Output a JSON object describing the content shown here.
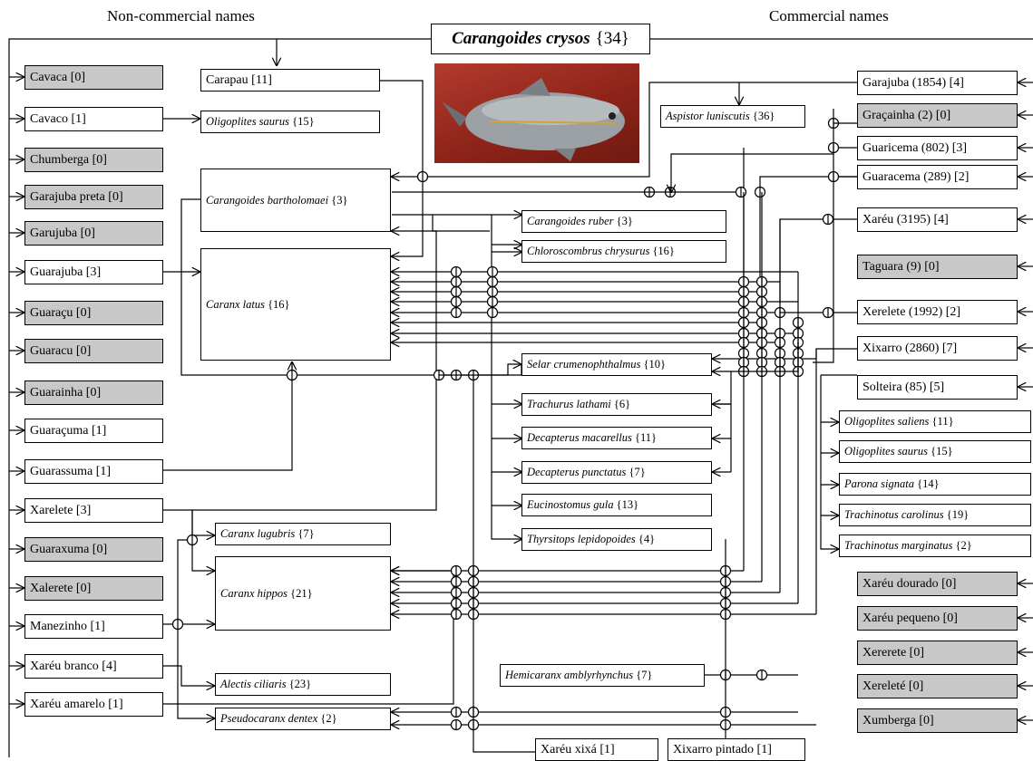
{
  "headers": {
    "left": "Non-commercial names",
    "right": "Commercial names"
  },
  "title": {
    "species": "Carangoides crysos",
    "count": "{34}"
  },
  "non_commercial": [
    {
      "id": "cavaca",
      "label": "Cavaca [0]",
      "gray": true
    },
    {
      "id": "cavaco",
      "label": "Cavaco [1]",
      "gray": false
    },
    {
      "id": "chumberga",
      "label": "Chumberga [0]",
      "gray": true
    },
    {
      "id": "garajuba-preta",
      "label": "Garajuba preta [0]",
      "gray": true
    },
    {
      "id": "garujuba",
      "label": "Garujuba [0]",
      "gray": true
    },
    {
      "id": "guarajuba",
      "label": "Guarajuba [3]",
      "gray": false
    },
    {
      "id": "guaracu-cedil",
      "label": "Guaraçu [0]",
      "gray": true
    },
    {
      "id": "guaracu",
      "label": "Guaracu [0]",
      "gray": true
    },
    {
      "id": "guarainha",
      "label": "Guarainha [0]",
      "gray": true
    },
    {
      "id": "guaracuma",
      "label": "Guaraçuma [1]",
      "gray": false
    },
    {
      "id": "guarassuma",
      "label": "Guarassuma [1]",
      "gray": false
    },
    {
      "id": "xarelete",
      "label": "Xarelete [3]",
      "gray": false
    },
    {
      "id": "guaraxuma",
      "label": "Guaraxuma [0]",
      "gray": true
    },
    {
      "id": "xalerete",
      "label": "Xalerete [0]",
      "gray": true
    },
    {
      "id": "manezinho",
      "label": "Manezinho [1]",
      "gray": false
    },
    {
      "id": "xareu-branco",
      "label": "Xaréu branco [4]",
      "gray": false
    },
    {
      "id": "xareu-amarelo",
      "label": "Xaréu amarelo [1]",
      "gray": false
    }
  ],
  "commercial": [
    {
      "id": "garajuba",
      "label": "Garajuba (1854) [4]",
      "gray": false
    },
    {
      "id": "gracainha",
      "label": "Graçainha (2) [0]",
      "gray": true
    },
    {
      "id": "guaricema",
      "label": "Guaricema (802) [3]",
      "gray": false
    },
    {
      "id": "guaracema",
      "label": "Guaracema (289) [2]",
      "gray": false
    },
    {
      "id": "xareu",
      "label": "Xaréu (3195) [4]",
      "gray": false
    },
    {
      "id": "taguara",
      "label": "Taguara (9) [0]",
      "gray": true
    },
    {
      "id": "xerelete",
      "label": "Xerelete (1992) [2]",
      "gray": false
    },
    {
      "id": "xixarro",
      "label": "Xixarro (2860) [7]",
      "gray": false
    },
    {
      "id": "solteira",
      "label": "Solteira (85) [5]",
      "gray": false
    },
    {
      "id": "xareu-dourado",
      "label": "Xaréu dourado [0]",
      "gray": true
    },
    {
      "id": "xareu-pequeno",
      "label": "Xaréu pequeno [0]",
      "gray": true
    },
    {
      "id": "xererete",
      "label": "Xererete [0]",
      "gray": true
    },
    {
      "id": "xereléte",
      "label": "Xereleté [0]",
      "gray": true
    },
    {
      "id": "xumberga",
      "label": "Xumberga [0]",
      "gray": true
    }
  ],
  "species": [
    {
      "id": "carapau",
      "name": "Carapau",
      "count": "[11]",
      "italic": false
    },
    {
      "id": "oligoplites-saurus-l",
      "name": "Oligoplites saurus",
      "count": "{15}",
      "italic": true
    },
    {
      "id": "carangoides-bartholomaei",
      "name": "Carangoides bartholomaei",
      "count": "{3}",
      "italic": true
    },
    {
      "id": "caranx-latus",
      "name": "Caranx latus",
      "count": "{16}",
      "italic": true
    },
    {
      "id": "aspistor-luniscutis",
      "name": "Aspistor luniscutis",
      "count": "{36}",
      "italic": true
    },
    {
      "id": "carangoides-ruber",
      "name": "Carangoides ruber",
      "count": "{3}",
      "italic": true
    },
    {
      "id": "chloroscombrus-chrysurus",
      "name": "Chloroscombrus chrysurus",
      "count": "{16}",
      "italic": true
    },
    {
      "id": "selar-crumenophthalmus",
      "name": "Selar crumenophthalmus",
      "count": "{10}",
      "italic": true
    },
    {
      "id": "trachurus-lathami",
      "name": "Trachurus lathami",
      "count": "{6}",
      "italic": true
    },
    {
      "id": "decapterus-macarellus",
      "name": "Decapterus macarellus",
      "count": "{11}",
      "italic": true
    },
    {
      "id": "decapterus-punctatus",
      "name": "Decapterus punctatus",
      "count": "{7}",
      "italic": true
    },
    {
      "id": "eucinostomus-gula",
      "name": "Eucinostomus gula",
      "count": "{13}",
      "italic": true
    },
    {
      "id": "thyrsitops-lepidopoides",
      "name": "Thyrsitops lepidopoides",
      "count": "{4}",
      "italic": true
    },
    {
      "id": "caranx-lugubris",
      "name": "Caranx lugubris",
      "count": "{7}",
      "italic": true
    },
    {
      "id": "caranx-hippos",
      "name": "Caranx hippos",
      "count": "{21}",
      "italic": true
    },
    {
      "id": "alectis-ciliaris",
      "name": "Alectis ciliaris",
      "count": "{23}",
      "italic": true
    },
    {
      "id": "pseudocaranx-dentex",
      "name": "Pseudocaranx dentex",
      "count": "{2}",
      "italic": true
    },
    {
      "id": "hemicaranx-amblyrhynchus",
      "name": "Hemicaranx amblyrhynchus",
      "count": "{7}",
      "italic": true
    },
    {
      "id": "oligoplites-saliens",
      "name": "Oligoplites saliens",
      "count": "{11}",
      "italic": true
    },
    {
      "id": "oligoplites-saurus-r",
      "name": "Oligoplites saurus",
      "count": "{15}",
      "italic": true
    },
    {
      "id": "parona-signata",
      "name": "Parona signata",
      "count": "{14}",
      "italic": true
    },
    {
      "id": "trachinotus-carolinus",
      "name": "Trachinotus carolinus",
      "count": "{19}",
      "italic": true
    },
    {
      "id": "trachinotus-marginatus",
      "name": "Trachinotus marginatus",
      "count": "{2}",
      "italic": true
    },
    {
      "id": "xareu-xixa",
      "name": "Xaréu xixá",
      "count": "[1]",
      "italic": false
    },
    {
      "id": "xixarro-pintado",
      "name": "Xixarro pintado",
      "count": "[1]",
      "italic": false
    }
  ]
}
